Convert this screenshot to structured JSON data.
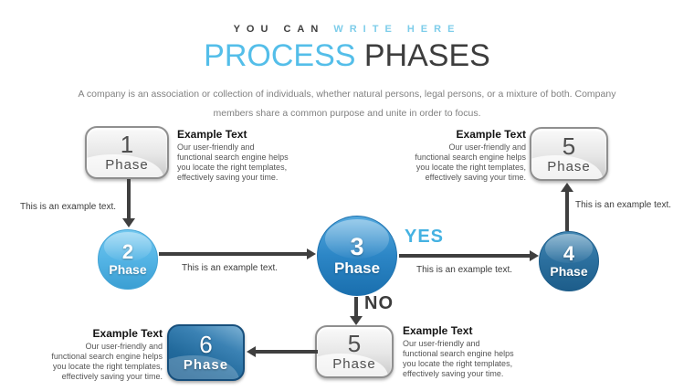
{
  "header": {
    "tagline_dark": "YOU CAN",
    "tagline_light": "WRITE HERE",
    "title_primary": "PROCESS",
    "title_secondary": "PHASES",
    "subtitle_line1": "A company is an association or collection of individuals, whether natural persons, legal persons, or a mixture of both. Company",
    "subtitle_line2": "members share a common purpose and unite in order to focus."
  },
  "example_text": {
    "heading": "Example Text",
    "lines": [
      "Our user-friendly and",
      "functional search engine helps",
      "you locate the right templates,",
      "effectively saving your time."
    ]
  },
  "labels": {
    "note": "This is an example text.",
    "yes": "YES",
    "no": "NO"
  },
  "nodes": {
    "phase1": {
      "number": "1",
      "label": "Phase"
    },
    "phase2": {
      "number": "2",
      "label": "Phase"
    },
    "phase3": {
      "number": "3",
      "label": "Phase"
    },
    "phase4": {
      "number": "4",
      "label": "Phase"
    },
    "phase5_top": {
      "number": "5",
      "label": "Phase"
    },
    "phase5_bottom": {
      "number": "5",
      "label": "Phase"
    },
    "phase6": {
      "number": "6",
      "label": "Phase"
    }
  },
  "colors": {
    "accent_blue": "#54bee9",
    "tagline_light_blue": "#7ecdea",
    "dark_text": "#3d3d3d",
    "subtitle_gray": "#808080",
    "phase2_fill": "#55b5e6",
    "phase3_fill": "#2c86c6",
    "phase4_fill": "#2b6f9e",
    "phase6_fill": "#226a9c",
    "gray_square_fill": "#e6e6e6",
    "arrow": "#3f3f3f"
  }
}
